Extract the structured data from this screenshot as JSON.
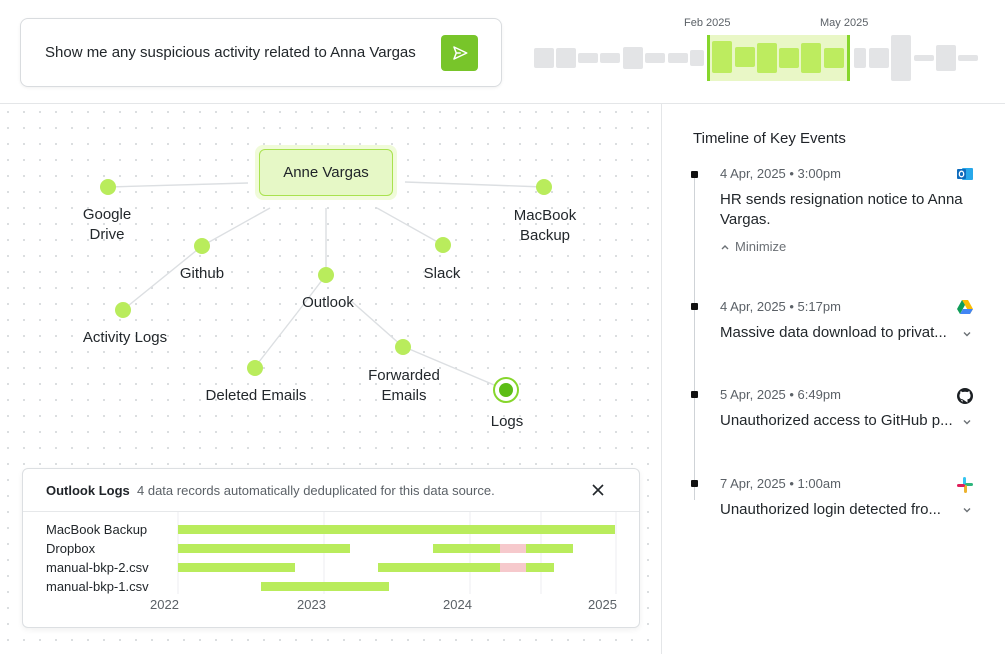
{
  "query": {
    "text": "Show me any suspicious activity related to Anna Vargas",
    "send_icon": "send-icon"
  },
  "mini_timeline": {
    "dates": [
      "Feb 2025",
      "May 2025"
    ],
    "accent": "#86d62c"
  },
  "graph": {
    "root": "Anne Vargas",
    "nodes": [
      "Google Drive",
      "MacBook Backup",
      "Github",
      "Slack",
      "Outlook",
      "Activity Logs",
      "Deleted Emails",
      "Forwarded Emails",
      "Logs"
    ],
    "google_drive": "Google\nDrive",
    "macbook_backup": "MacBook\nBackup",
    "github": "Github",
    "slack": "Slack",
    "outlook": "Outlook",
    "activity_logs": "Activity Logs",
    "deleted_emails": "Deleted Emails",
    "forwarded_emails": "Forwarded\nEmails",
    "logs": "Logs"
  },
  "logs_panel": {
    "title": "Outlook Logs",
    "subtitle": "4 data records automatically deduplicated for this data source.",
    "rows": [
      "MacBook Backup",
      "Dropbox",
      "manual-bkp-2.csv",
      "manual-bkp-1.csv"
    ],
    "years": [
      "2022",
      "2023",
      "2024",
      "2025"
    ],
    "bar_color": "#b9ec5c",
    "conflict_color": "#f6c9cc"
  },
  "timeline": {
    "title": "Timeline of Key Events",
    "minimize_label": "Minimize",
    "events": [
      {
        "time": "4 Apr, 2025 • 3:00pm",
        "text": "HR sends resignation notice to Anna Vargas.",
        "icon": "outlook-icon"
      },
      {
        "time": "4 Apr, 2025 • 5:17pm",
        "text": "Massive data download to privat...",
        "icon": "google-drive-icon"
      },
      {
        "time": "5 Apr, 2025 • 6:49pm",
        "text": "Unauthorized access to GitHub p...",
        "icon": "github-icon"
      },
      {
        "time": "7 Apr, 2025 • 1:00am",
        "text": "Unauthorized login detected fro...",
        "icon": "slack-icon"
      }
    ]
  }
}
